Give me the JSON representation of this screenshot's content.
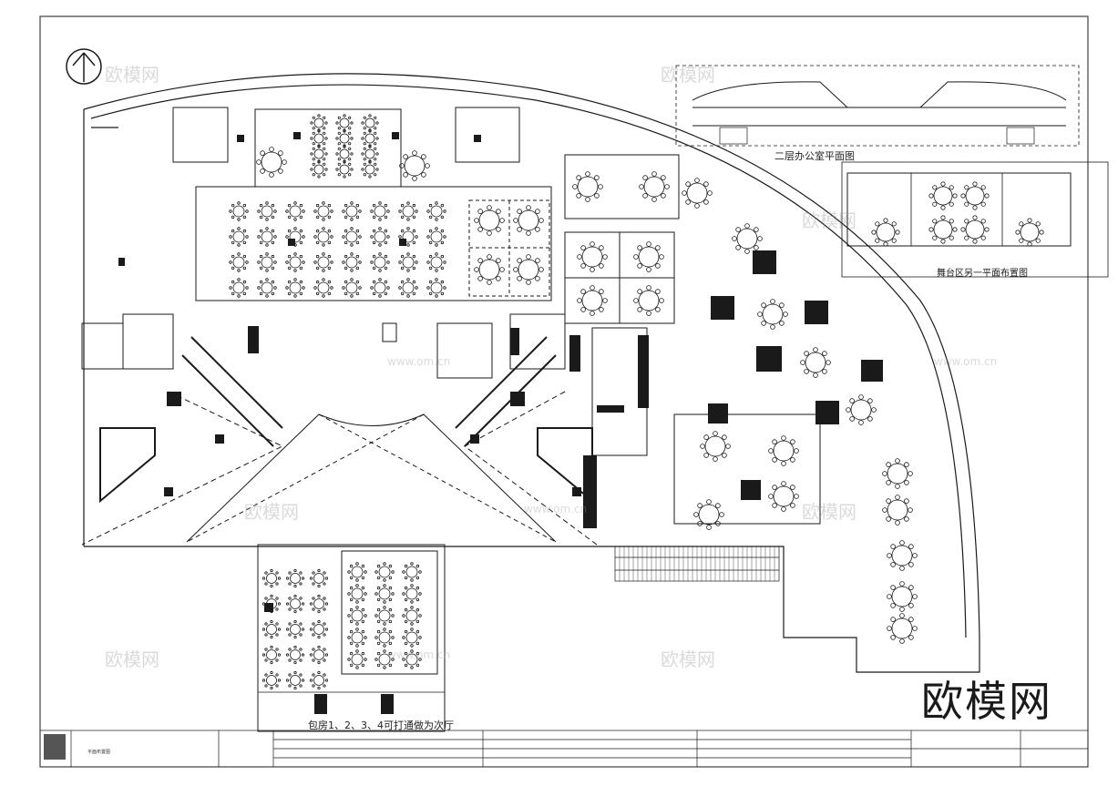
{
  "drawing": {
    "captions": {
      "second_floor_office_plan": "二层办公室平面图",
      "stage_area_alt_plan": "舞台区另一平面布置图",
      "private_rooms_note": "包房1、2、3、4可打通做为次厅"
    },
    "brand_logo": "欧模网",
    "watermark_text": "欧模网",
    "watermark_url": "www.om.cn",
    "title_block": {
      "sheet_name": "平面布置图"
    },
    "colors": {
      "line": "#1a1a1a",
      "fill_dark": "#2b2b2b",
      "paper": "#ffffff"
    },
    "icons": [
      "north-arrow-icon",
      "company-logo-icon"
    ]
  }
}
